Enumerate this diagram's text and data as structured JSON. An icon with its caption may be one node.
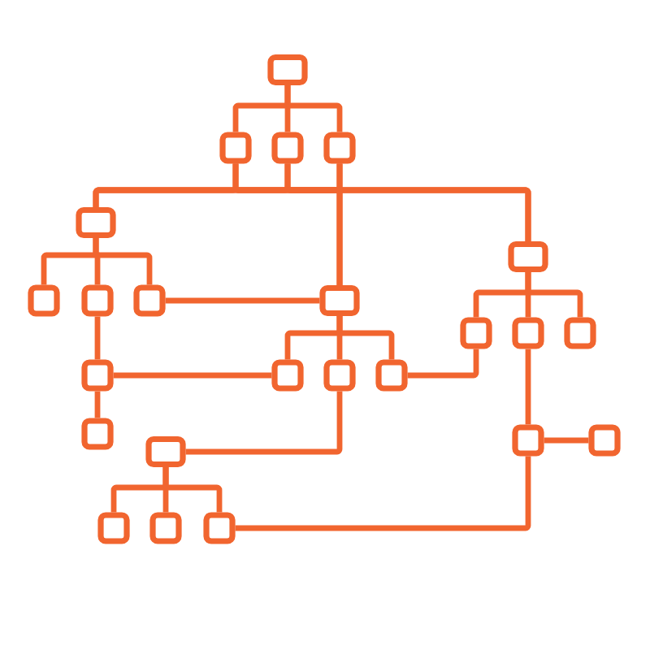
{
  "diagram": {
    "nodes": [
      {
        "text": [],
        "shape": "box"
      },
      {
        "text": [],
        "shape": "box"
      },
      {
        "text": [],
        "shape": "box"
      },
      {
        "text": [],
        "shape": "box"
      },
      {
        "text": [],
        "shape": "box"
      },
      {
        "text": [],
        "shape": "box"
      },
      {
        "text": [],
        "shape": "box"
      },
      {
        "text": [],
        "shape": "box"
      },
      {
        "text": [],
        "shape": "box"
      },
      {
        "text": [],
        "shape": "box"
      },
      {
        "text": [],
        "shape": "box"
      },
      {
        "text": [],
        "shape": "box"
      },
      {
        "text": [],
        "shape": "box"
      },
      {
        "text": [],
        "shape": "box"
      },
      {
        "text": [],
        "shape": "box"
      },
      {
        "text": [],
        "shape": "box"
      },
      {
        "text": [],
        "shape": "box"
      },
      {
        "text": [],
        "shape": "box"
      },
      {
        "text": [],
        "shape": "box"
      },
      {
        "text": [],
        "shape": "box"
      },
      {
        "text": [],
        "shape": "box"
      },
      {
        "text": [],
        "shape": "box"
      },
      {
        "text": [],
        "shape": "box"
      },
      {
        "text": [],
        "shape": "box"
      }
    ],
    "edges": [
      {
        "from": 0,
        "to": 1,
        "arrow": "none"
      },
      {
        "from": 0,
        "to": 2,
        "arrow": "none"
      },
      {
        "from": 0,
        "to": 3,
        "arrow": "none"
      },
      {
        "from": 1,
        "to": 4,
        "arrow": "none"
      },
      {
        "from": 1,
        "to": 5,
        "arrow": "none"
      },
      {
        "from": 1,
        "to": 9,
        "arrow": "none"
      },
      {
        "from": 2,
        "to": 4,
        "arrow": "none"
      },
      {
        "from": 2,
        "to": 5,
        "arrow": "none"
      },
      {
        "from": 2,
        "to": 9,
        "arrow": "none"
      },
      {
        "from": 3,
        "to": 4,
        "arrow": "none"
      },
      {
        "from": 3,
        "to": 5,
        "arrow": "none"
      },
      {
        "from": 3,
        "to": 9,
        "arrow": "none"
      },
      {
        "from": 4,
        "to": 6,
        "arrow": "none"
      },
      {
        "from": 4,
        "to": 7,
        "arrow": "none"
      },
      {
        "from": 4,
        "to": 8,
        "arrow": "none"
      },
      {
        "from": 8,
        "to": 9,
        "arrow": "none"
      },
      {
        "from": 5,
        "to": 10,
        "arrow": "none"
      },
      {
        "from": 5,
        "to": 11,
        "arrow": "none"
      },
      {
        "from": 5,
        "to": 12,
        "arrow": "none"
      },
      {
        "from": 9,
        "to": 14,
        "arrow": "none"
      },
      {
        "from": 9,
        "to": 15,
        "arrow": "none"
      },
      {
        "from": 9,
        "to": 16,
        "arrow": "none"
      },
      {
        "from": 7,
        "to": 13,
        "arrow": "none"
      },
      {
        "from": 13,
        "to": 17,
        "arrow": "none"
      },
      {
        "from": 13,
        "to": 14,
        "arrow": "none"
      },
      {
        "from": 16,
        "to": 10,
        "arrow": "none"
      },
      {
        "from": 11,
        "to": 18,
        "arrow": "none"
      },
      {
        "from": 18,
        "to": 19,
        "arrow": "none"
      },
      {
        "from": 18,
        "to": 23,
        "arrow": "none"
      },
      {
        "from": 15,
        "to": 20,
        "arrow": "none"
      },
      {
        "from": 20,
        "to": 21,
        "arrow": "none"
      },
      {
        "from": 20,
        "to": 22,
        "arrow": "none"
      },
      {
        "from": 20,
        "to": 23,
        "arrow": "none"
      }
    ]
  }
}
